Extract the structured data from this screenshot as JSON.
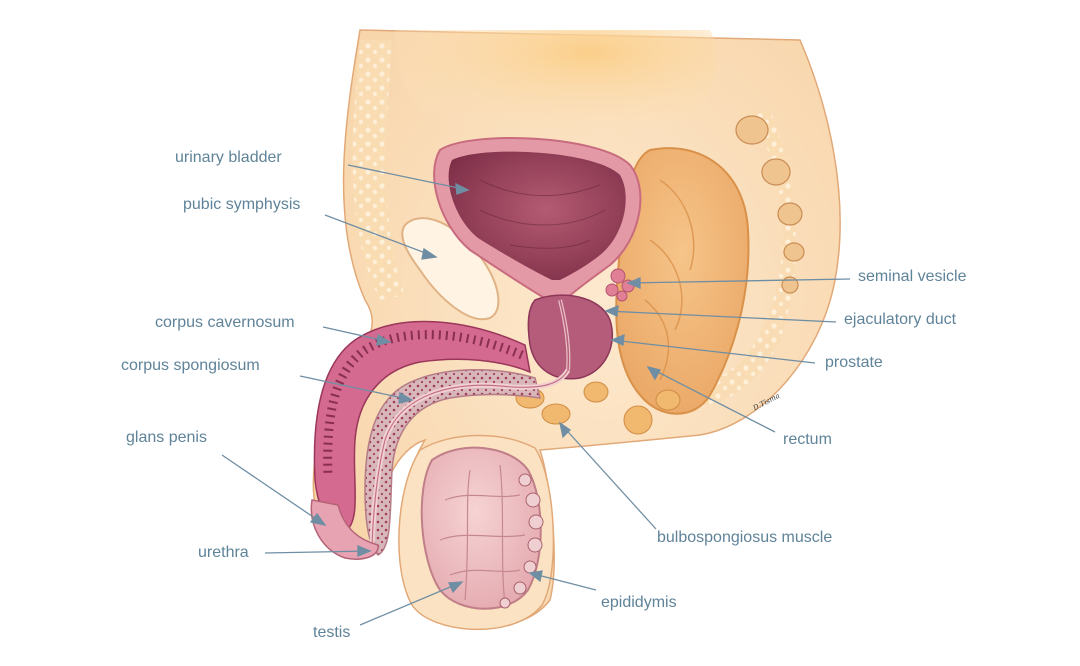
{
  "labels": {
    "urinary_bladder": "urinary bladder",
    "pubic_symphysis": "pubic symphysis",
    "corpus_cavernosum": "corpus cavernosum",
    "corpus_spongiosum": "corpus spongiosum",
    "glans_penis": "glans penis",
    "urethra": "urethra",
    "testis": "testis",
    "seminal_vesicle": "seminal vesicle",
    "ejaculatory_duct": "ejaculatory duct",
    "prostate": "prostate",
    "rectum": "rectum",
    "bulbospongiosus_muscle": "bulbospongiosus muscle",
    "epididymis": "epididymis"
  },
  "signature": "D.Tisma",
  "colors": {
    "label_text": "#5f8399",
    "leader_line": "#6f8ea4",
    "skin": "#fbe3c4",
    "fat": "#f8d6a8",
    "bladder_wall": "#d77f8e",
    "bladder_lumen": "#8f3f56",
    "erectile_tissue": "#c94f7c",
    "spongiosum": "#d7b1b5",
    "testis": "#f1c5c8",
    "rectum": "#f3b879"
  }
}
